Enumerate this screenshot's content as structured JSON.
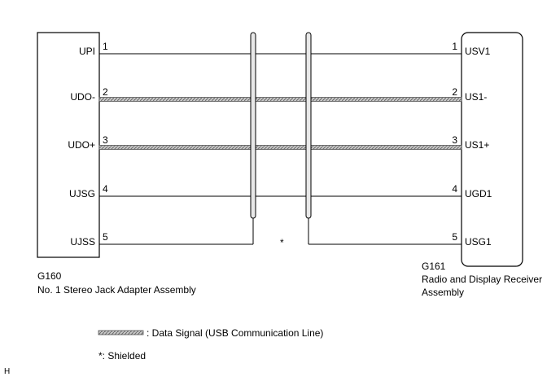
{
  "left_connector": {
    "code": "G160",
    "name": "No. 1 Stereo Jack Adapter Assembly",
    "pins": [
      {
        "num": "1",
        "label": "UPI"
      },
      {
        "num": "2",
        "label": "UDO-"
      },
      {
        "num": "3",
        "label": "UDO+"
      },
      {
        "num": "4",
        "label": "UJSG"
      },
      {
        "num": "5",
        "label": "UJSS"
      }
    ]
  },
  "right_connector": {
    "code": "G161",
    "name_line1": "Radio and Display Receiver",
    "name_line2": "Assembly",
    "pins": [
      {
        "num": "1",
        "label": "USV1"
      },
      {
        "num": "2",
        "label": "US1-"
      },
      {
        "num": "3",
        "label": "US1+"
      },
      {
        "num": "4",
        "label": "UGD1"
      },
      {
        "num": "5",
        "label": "USG1"
      }
    ]
  },
  "wires": [
    {
      "signal": false
    },
    {
      "signal": true
    },
    {
      "signal": true
    },
    {
      "signal": false
    },
    {
      "signal": false,
      "shield_drain": true
    }
  ],
  "shield_mark": "*",
  "legend": {
    "signal_text": ": Data Signal (USB Communication Line)",
    "shield_text": "*: Shielded"
  },
  "corner_mark": "H",
  "colors": {
    "line": "#000000",
    "signal_fill": "#b0b0b0",
    "shield_fill": "#e0e0e0"
  }
}
